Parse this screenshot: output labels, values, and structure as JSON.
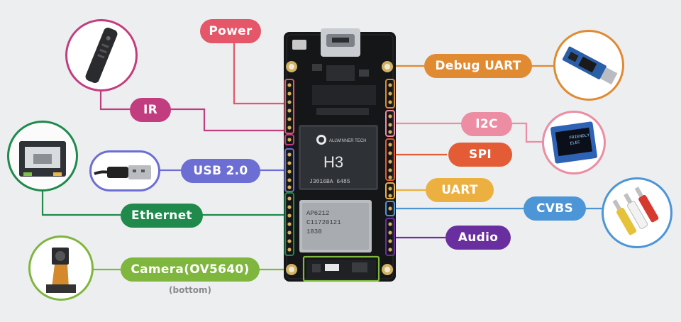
{
  "labels": {
    "power": "Power",
    "ir": "IR",
    "usb": "USB 2.0",
    "ethernet": "Ethernet",
    "camera": "Camera(OV5640)",
    "camera_note": "(bottom)",
    "debug_uart": "Debug UART",
    "i2c": "I2C",
    "spi": "SPI",
    "uart": "UART",
    "cvbs": "CVBS",
    "audio": "Audio"
  },
  "board": {
    "chip_logo": "ALLWINNER TECH",
    "chip_name": "H3",
    "chip_code": "J3016BA  6485",
    "wifi_line1": "AP6212",
    "wifi_line2": "C11720121",
    "wifi_line3": "1830"
  },
  "oled": {
    "line1": "FRIENDLY",
    "line2": "ELEC"
  },
  "colors": {
    "power": "#e45668",
    "ir": "#c23d7f",
    "usb": "#6c6ed3",
    "ethernet": "#1f8a4c",
    "camera": "#7fb63d",
    "debug_uart": "#e08a32",
    "i2c": "#ec8da4",
    "spi": "#e35c35",
    "uart": "#ecb040",
    "cvbs": "#4c95d6",
    "audio": "#6a2f9e",
    "board": "#151618"
  }
}
